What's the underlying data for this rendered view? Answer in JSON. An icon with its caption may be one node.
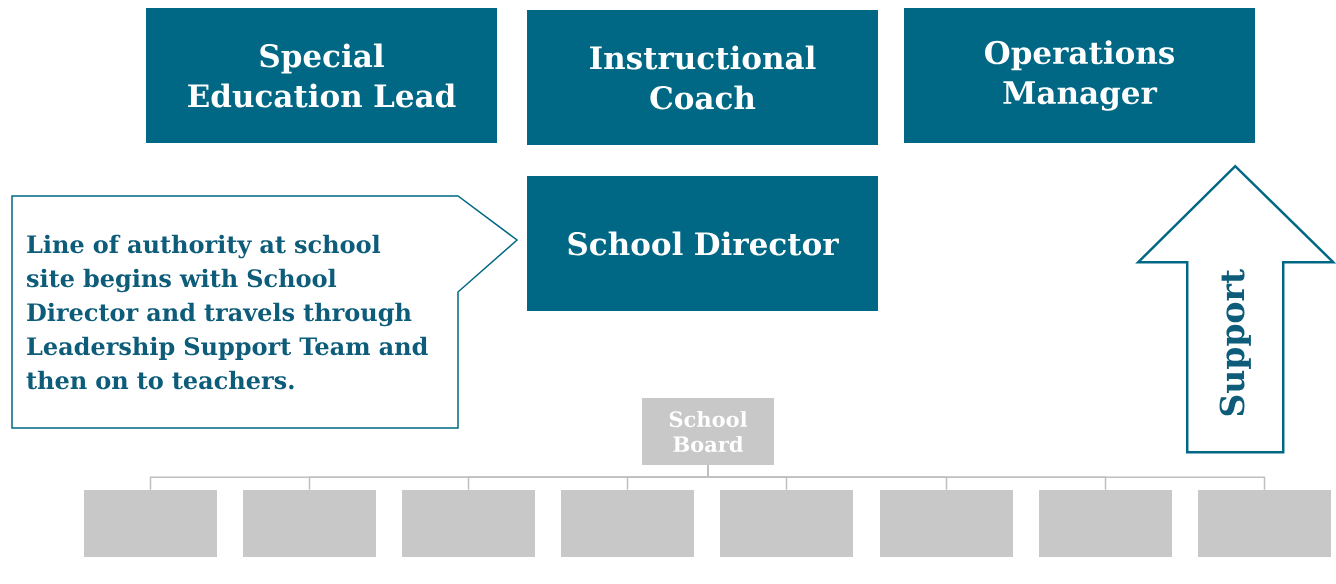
{
  "diagram": {
    "nodes": [
      {
        "text": [
          "Special Education Lead"
        ]
      },
      {
        "text": [
          "Instructional Coach"
        ]
      },
      {
        "text": [
          "Operations Manager"
        ]
      },
      {
        "text": [
          "School Director"
        ]
      },
      {
        "text": [
          "Line of authority at school site begins with School Director and travels through Leadership Support Team and then on to teachers."
        ]
      },
      {
        "text": [
          "School Board"
        ]
      },
      {
        "text": [],
        "shape": "box"
      },
      {
        "text": [],
        "shape": "box"
      },
      {
        "text": [],
        "shape": "box"
      },
      {
        "text": [],
        "shape": "box"
      },
      {
        "text": [],
        "shape": "box"
      },
      {
        "text": [],
        "shape": "box"
      },
      {
        "text": [],
        "shape": "box"
      },
      {
        "text": [],
        "shape": "box"
      }
    ],
    "edges": [
      {
        "from": 5,
        "to": 6,
        "arrow": "none"
      },
      {
        "from": 5,
        "to": 7,
        "arrow": "none"
      },
      {
        "from": 5,
        "to": 8,
        "arrow": "none"
      },
      {
        "from": 5,
        "to": 9,
        "arrow": "none"
      },
      {
        "from": 5,
        "to": 10,
        "arrow": "none"
      },
      {
        "from": 5,
        "to": 11,
        "arrow": "none"
      },
      {
        "from": 5,
        "to": 12,
        "arrow": "none"
      },
      {
        "from": 5,
        "to": 13,
        "arrow": "none"
      },
      {
        "from": null,
        "to": 2,
        "arrow": "to",
        "label": "Support",
        "style": "thick"
      }
    ]
  }
}
